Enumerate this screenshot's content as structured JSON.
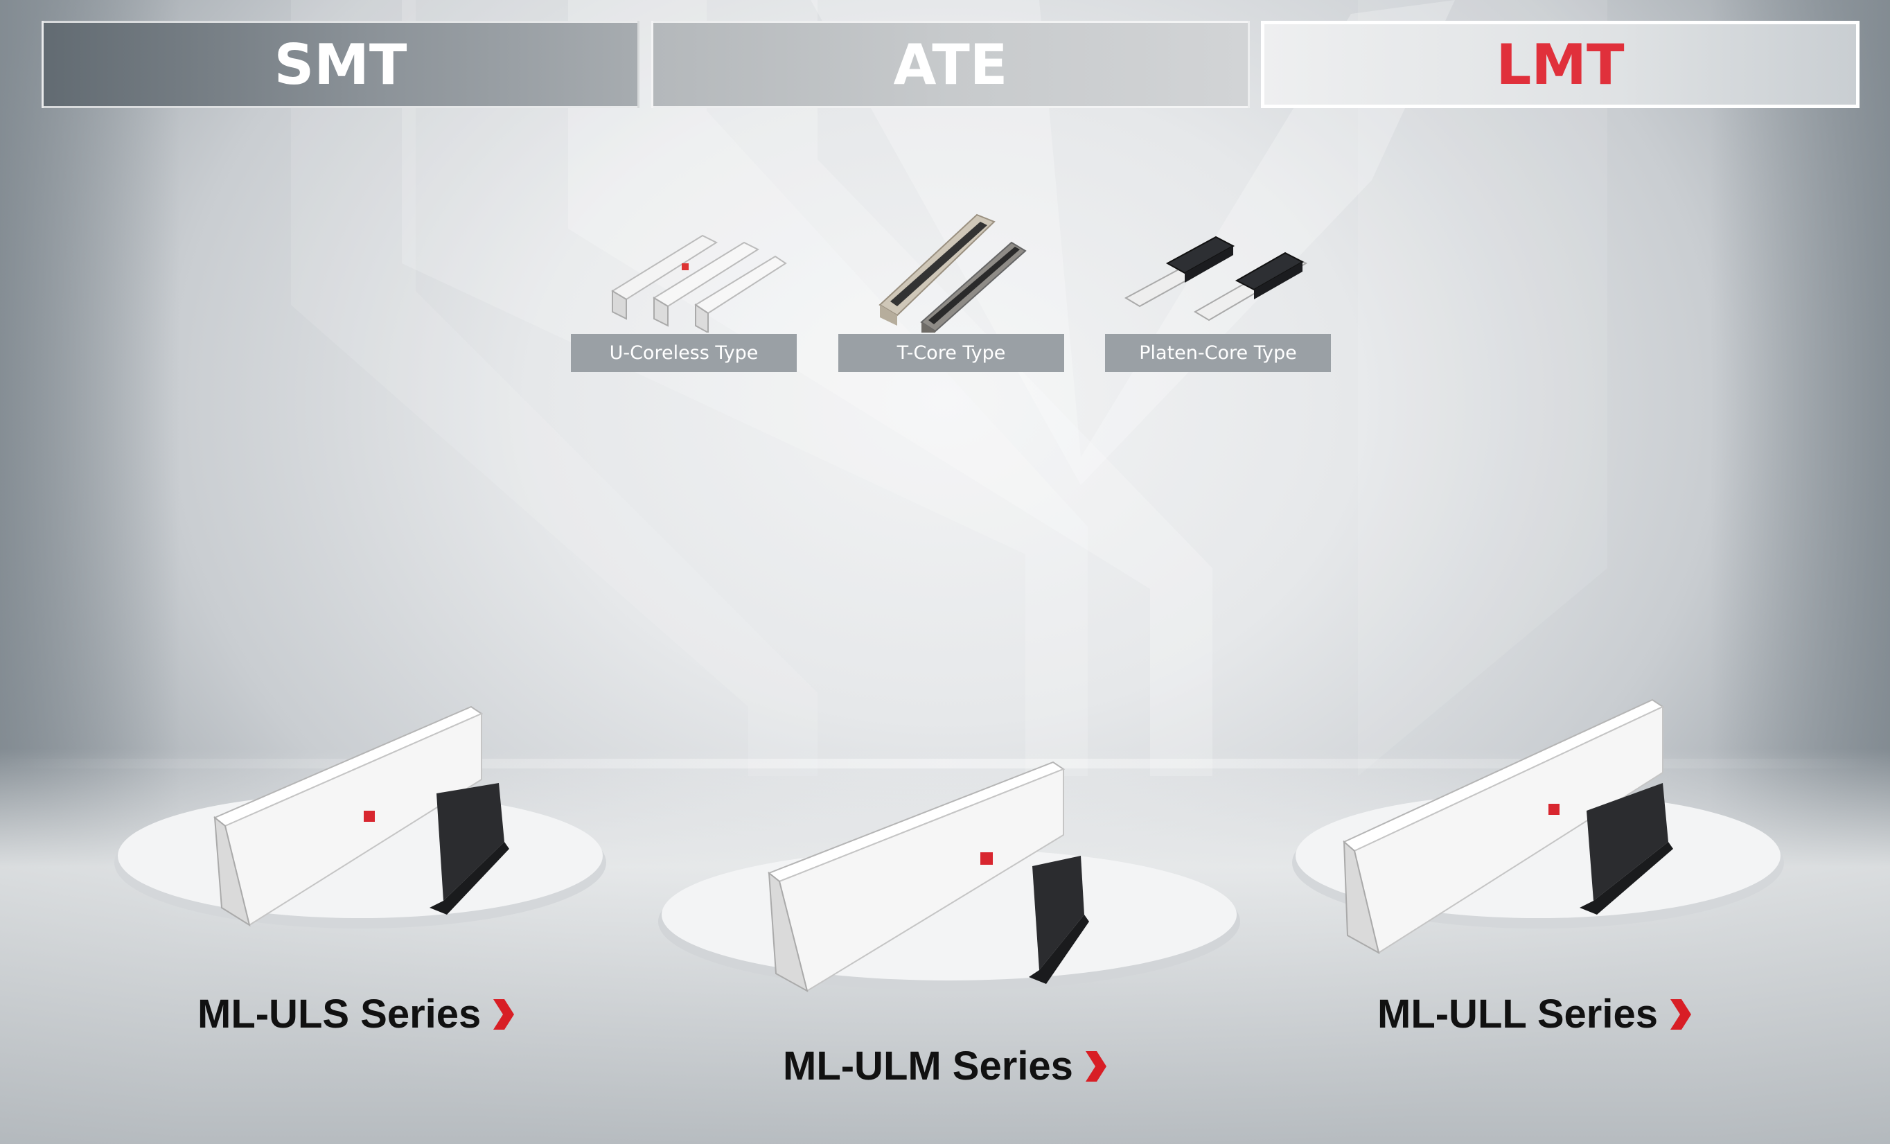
{
  "tabs": [
    {
      "label": "SMT",
      "active": false
    },
    {
      "label": "ATE",
      "active": false
    },
    {
      "label": "LMT",
      "active": true
    }
  ],
  "types": [
    {
      "label": "U-Coreless Type",
      "icon": "u-coreless-motor-icon"
    },
    {
      "label": "T-Core Type",
      "icon": "t-core-motor-icon"
    },
    {
      "label": "Platen-Core Type",
      "icon": "platen-core-motor-icon"
    }
  ],
  "series": [
    {
      "label": "ML-ULS Series",
      "icon": "chevron-right-icon"
    },
    {
      "label": "ML-ULM Series",
      "icon": "chevron-right-icon"
    },
    {
      "label": "ML-ULL Series",
      "icon": "chevron-right-icon"
    }
  ],
  "colors": {
    "accent_red": "#e0303b",
    "label_bg": "#9aa0a5",
    "text_dark": "#111111"
  }
}
